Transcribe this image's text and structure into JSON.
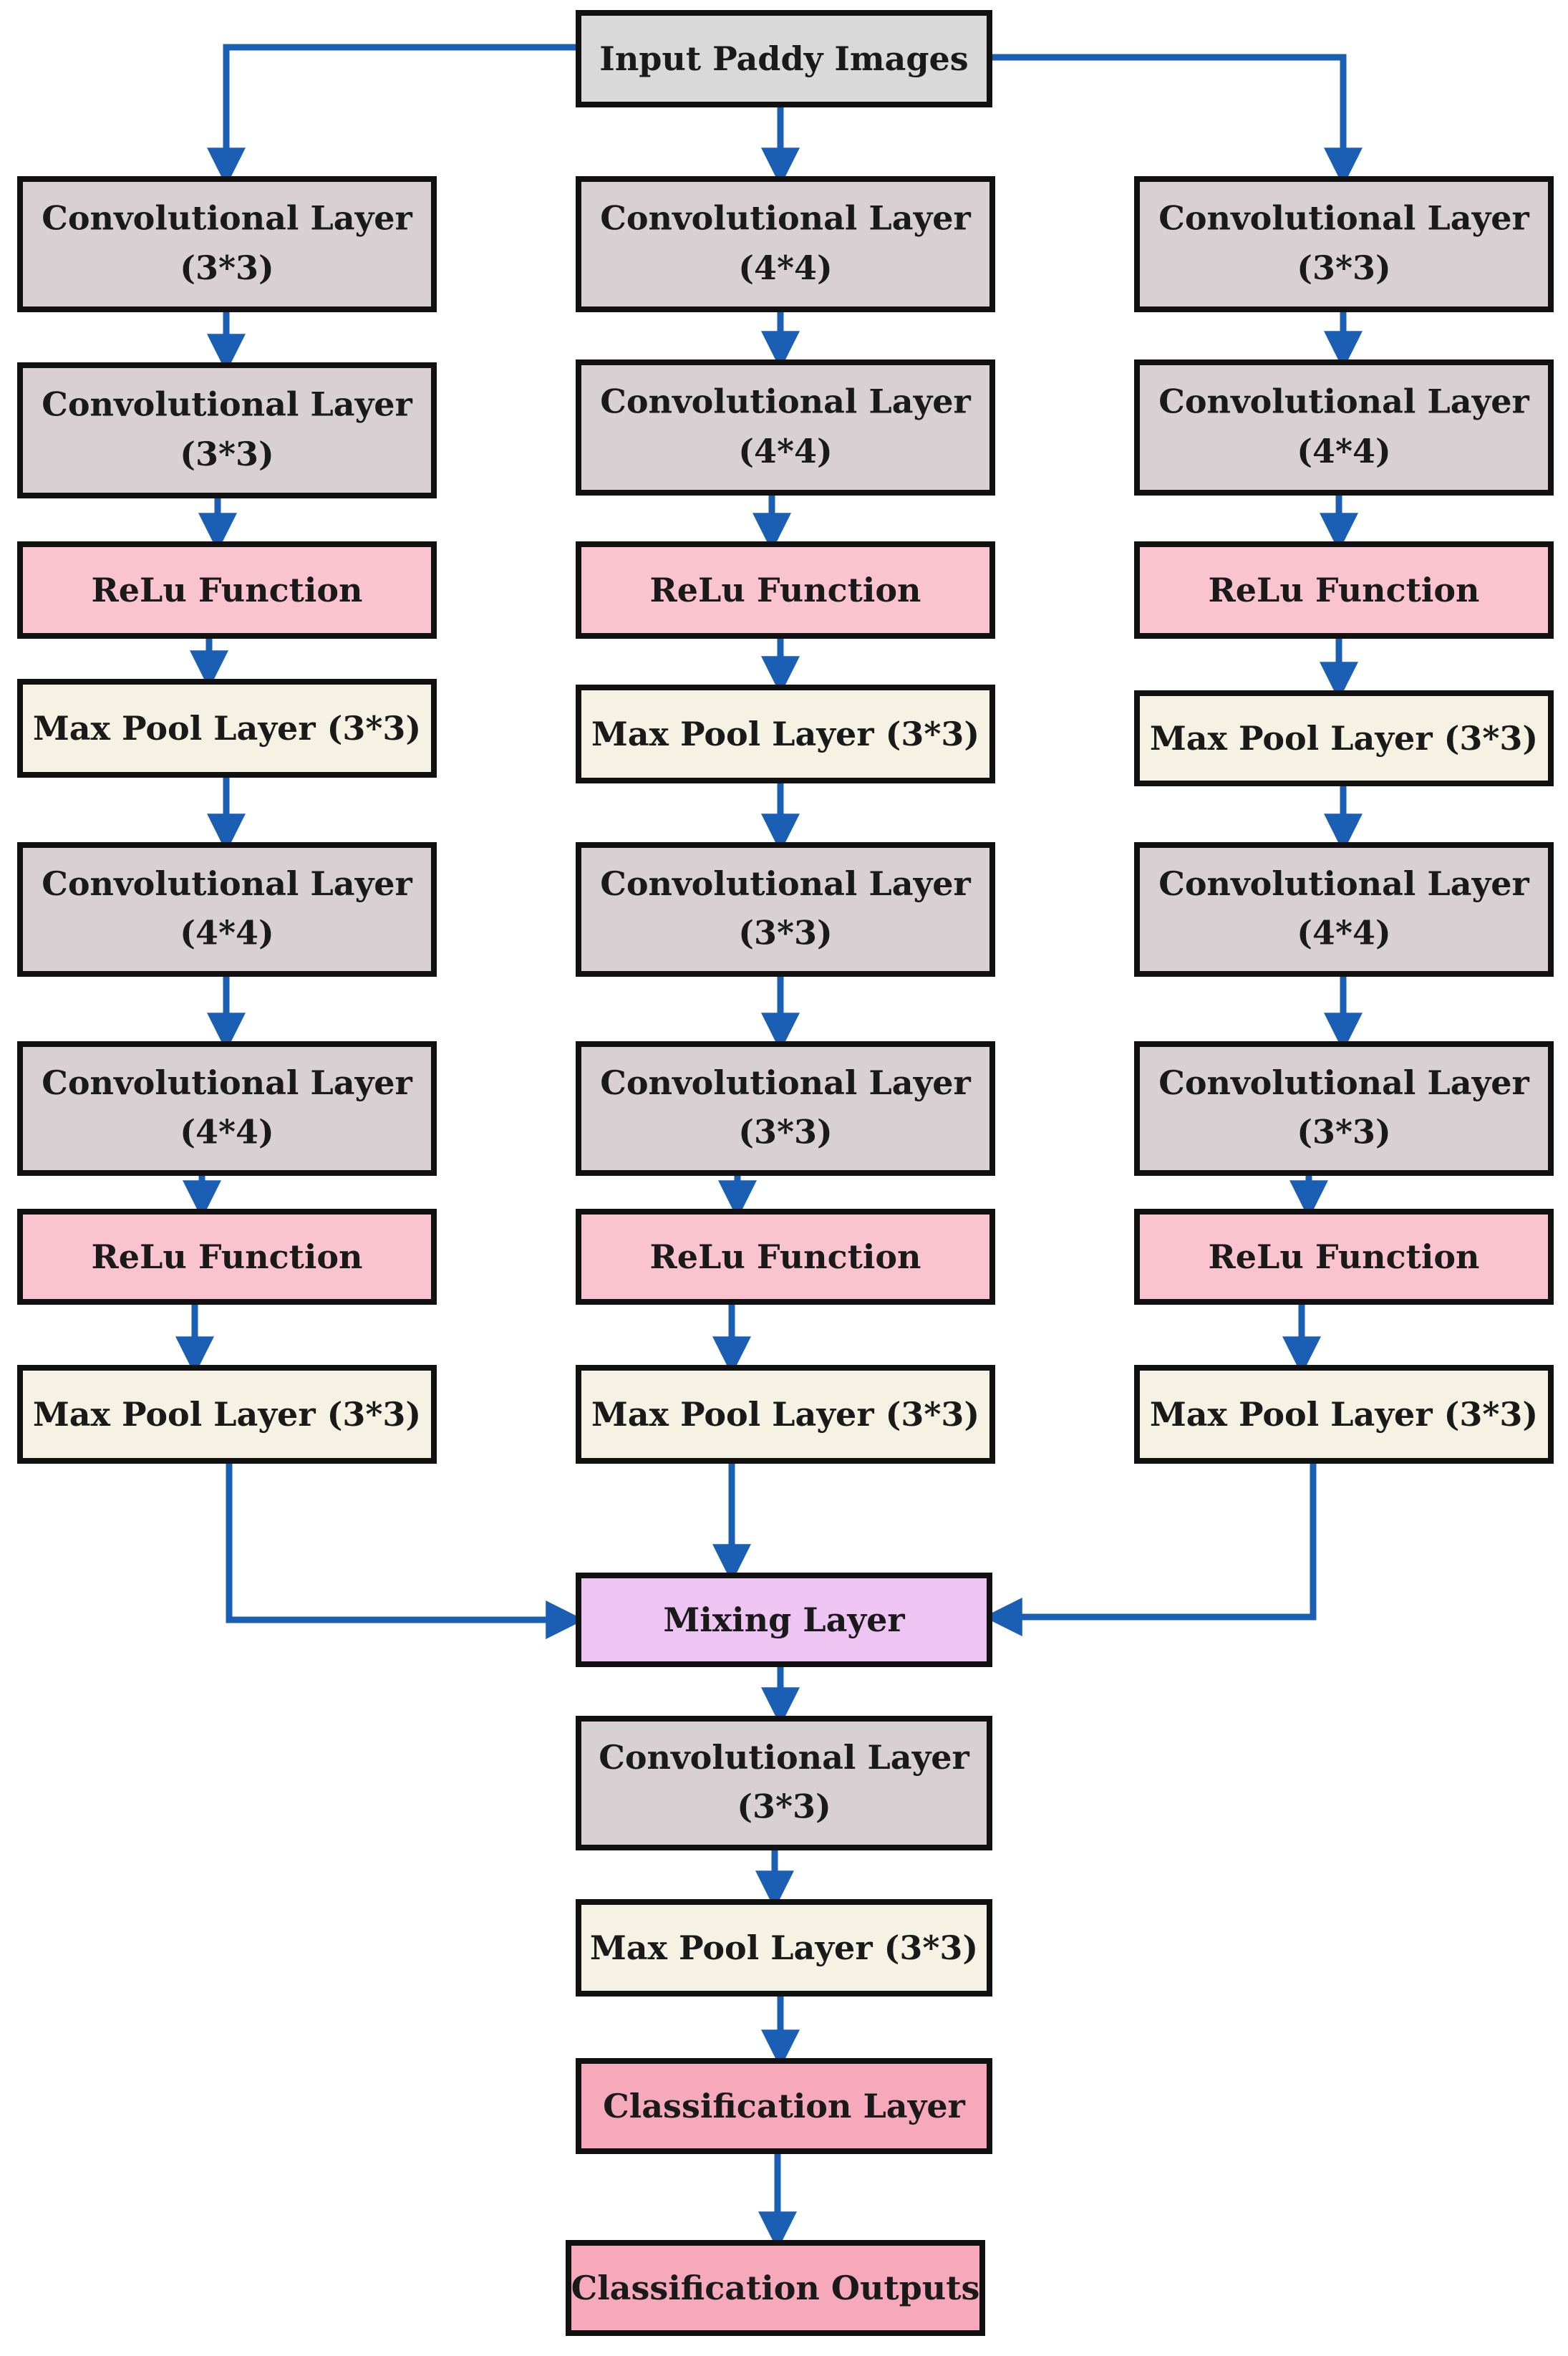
{
  "colors": {
    "conv": "#d8d0d3",
    "relu": "#fac3d0",
    "pool": "#f6f2e3",
    "mix": "#eec4f2",
    "classify": "#f6a9ba",
    "input": "#d9d9d9",
    "arrow": "#1b5fb4",
    "border": "#111111"
  },
  "input": {
    "label": "Input Paddy Images"
  },
  "branches": [
    {
      "name": "left",
      "layers": [
        {
          "type": "conv",
          "label": "Convolutional Layer",
          "sub": "(3*3)"
        },
        {
          "type": "conv",
          "label": "Convolutional Layer",
          "sub": "(3*3)"
        },
        {
          "type": "relu",
          "label": "ReLu Function"
        },
        {
          "type": "pool",
          "label": "Max Pool Layer (3*3)"
        },
        {
          "type": "conv",
          "label": "Convolutional Layer",
          "sub": "(4*4)"
        },
        {
          "type": "conv",
          "label": "Convolutional Layer",
          "sub": "(4*4)"
        },
        {
          "type": "relu",
          "label": "ReLu Function"
        },
        {
          "type": "pool",
          "label": "Max Pool Layer (3*3)"
        }
      ]
    },
    {
      "name": "middle",
      "layers": [
        {
          "type": "conv",
          "label": "Convolutional Layer",
          "sub": "(4*4)"
        },
        {
          "type": "conv",
          "label": "Convolutional Layer",
          "sub": "(4*4)"
        },
        {
          "type": "relu",
          "label": "ReLu Function"
        },
        {
          "type": "pool",
          "label": "Max Pool Layer (3*3)"
        },
        {
          "type": "conv",
          "label": "Convolutional Layer",
          "sub": "(3*3)"
        },
        {
          "type": "conv",
          "label": "Convolutional Layer",
          "sub": "(3*3)"
        },
        {
          "type": "relu",
          "label": "ReLu Function"
        },
        {
          "type": "pool",
          "label": "Max Pool Layer (3*3)"
        }
      ]
    },
    {
      "name": "right",
      "layers": [
        {
          "type": "conv",
          "label": "Convolutional Layer",
          "sub": "(3*3)"
        },
        {
          "type": "conv",
          "label": "Convolutional Layer",
          "sub": "(4*4)"
        },
        {
          "type": "relu",
          "label": "ReLu Function"
        },
        {
          "type": "pool",
          "label": "Max Pool Layer (3*3)"
        },
        {
          "type": "conv",
          "label": "Convolutional Layer",
          "sub": "(4*4)"
        },
        {
          "type": "conv",
          "label": "Convolutional Layer",
          "sub": "(3*3)"
        },
        {
          "type": "relu",
          "label": "ReLu Function"
        },
        {
          "type": "pool",
          "label": "Max Pool Layer (3*3)"
        }
      ]
    }
  ],
  "merge": [
    {
      "type": "mix",
      "label": "Mixing Layer"
    },
    {
      "type": "conv",
      "label": "Convolutional Layer",
      "sub": "(3*3)"
    },
    {
      "type": "pool",
      "label": "Max Pool Layer (3*3)"
    },
    {
      "type": "classify",
      "label": "Classification Layer"
    },
    {
      "type": "classify",
      "label": "Classification Outputs"
    }
  ]
}
